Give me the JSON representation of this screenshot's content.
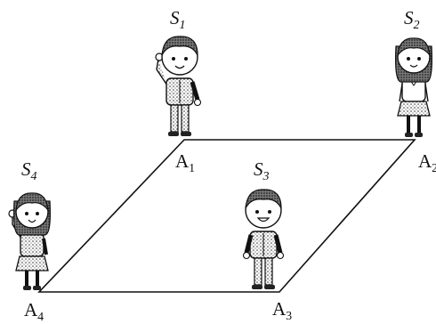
{
  "diagram": {
    "points": [
      {
        "id": "A1",
        "letter": "A",
        "index": "1"
      },
      {
        "id": "A2",
        "letter": "A",
        "index": "2"
      },
      {
        "id": "A3",
        "letter": "A",
        "index": "3"
      },
      {
        "id": "A4",
        "letter": "A",
        "index": "4"
      }
    ],
    "people": [
      {
        "id": "S1",
        "letter": "S",
        "index": "1",
        "gender": "boy",
        "pose": "waving"
      },
      {
        "id": "S2",
        "letter": "S",
        "index": "2",
        "gender": "girl",
        "pose": "standing"
      },
      {
        "id": "S3",
        "letter": "S",
        "index": "3",
        "gender": "boy",
        "pose": "standing"
      },
      {
        "id": "S4",
        "letter": "S",
        "index": "4",
        "gender": "girl",
        "pose": "waving"
      }
    ],
    "line_color": "#111111",
    "shirt_color": "#e8e8e8"
  }
}
